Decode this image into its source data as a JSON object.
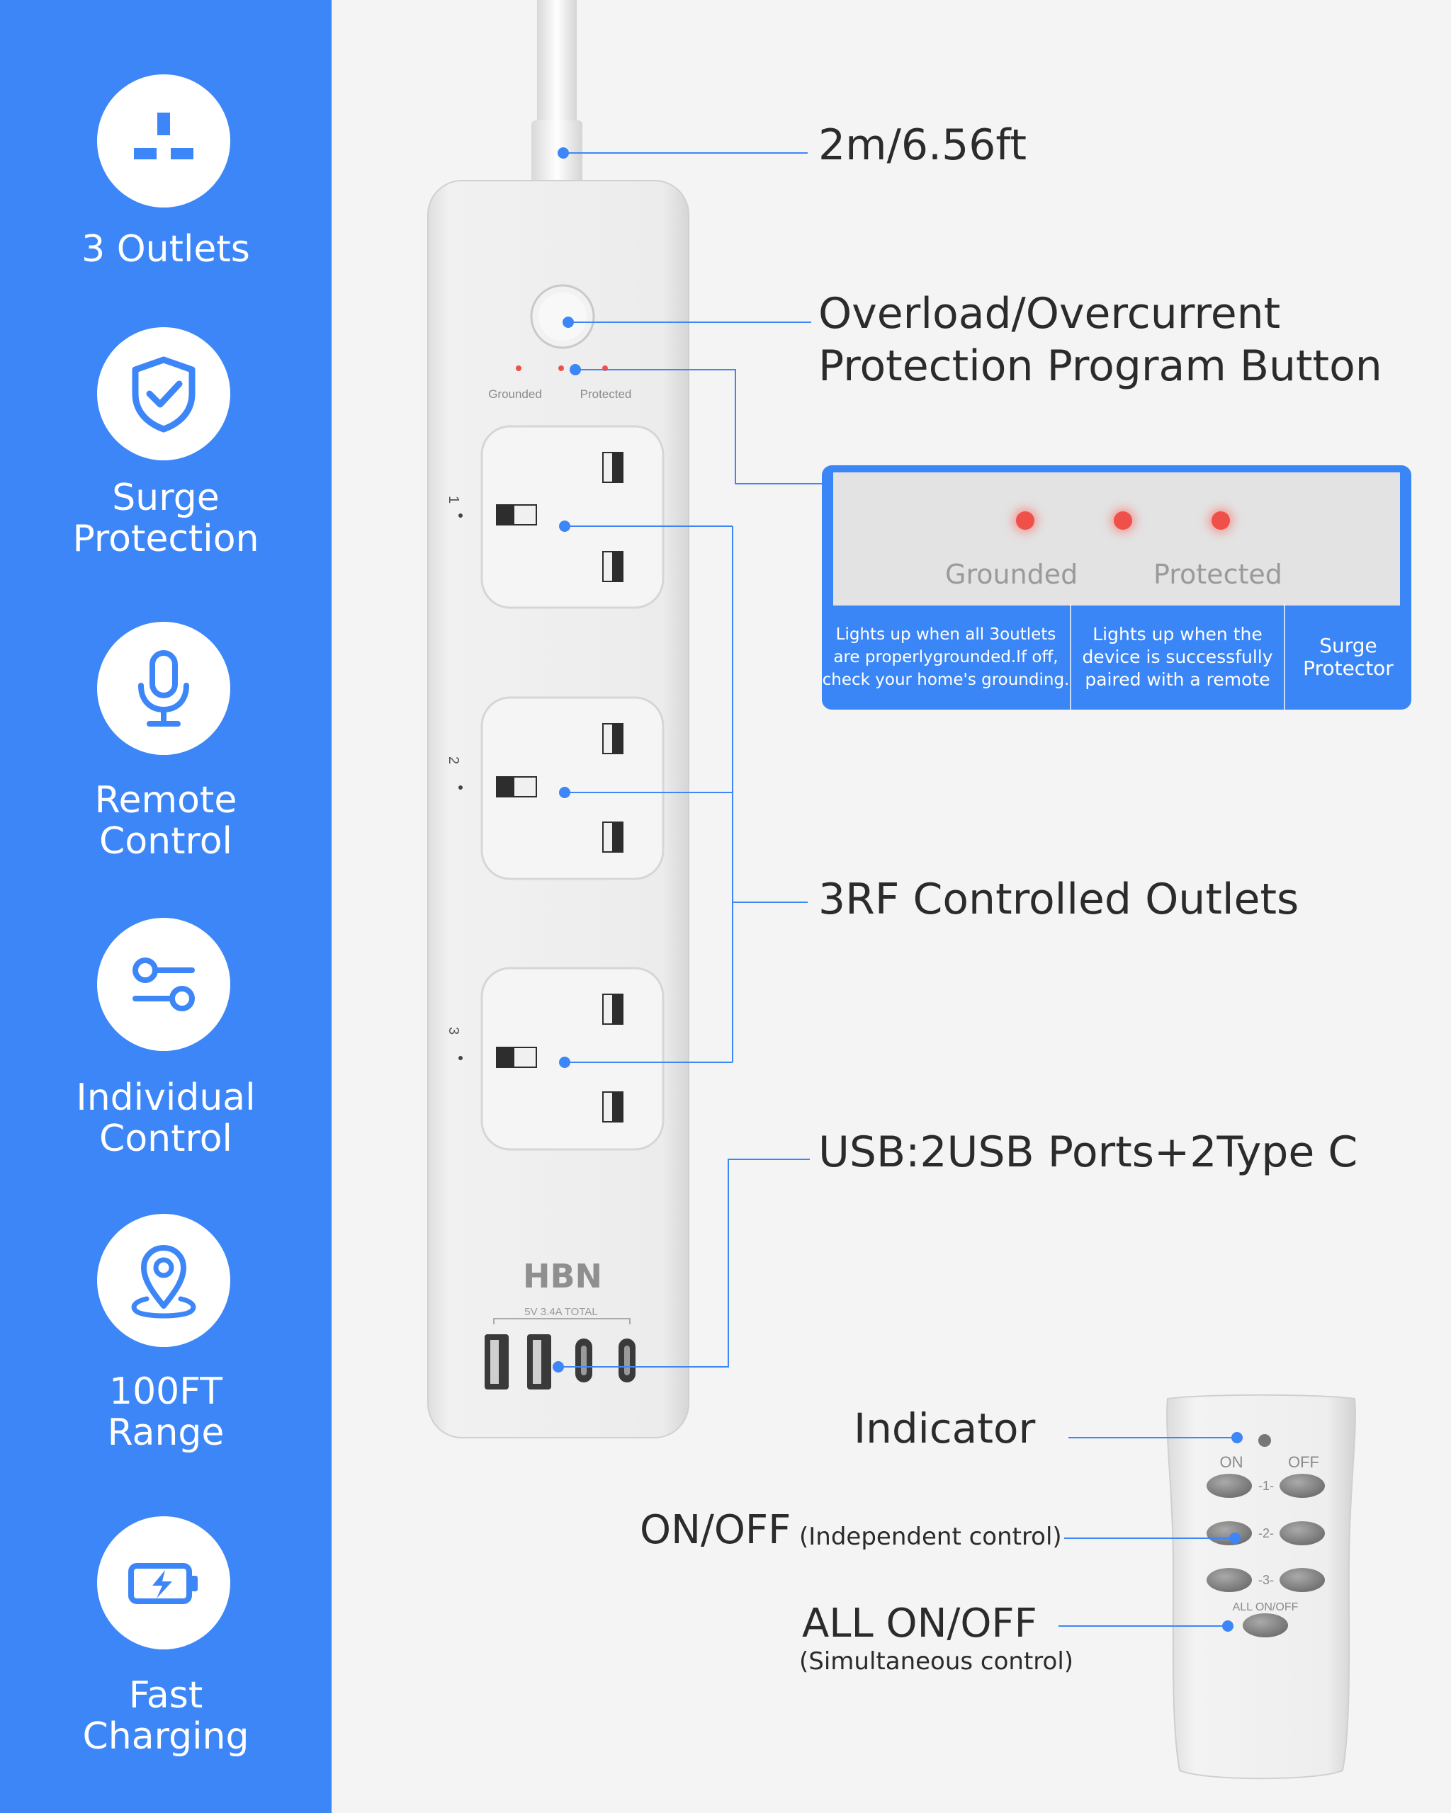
{
  "sidebar": {
    "features": [
      {
        "label": "3 Outlets",
        "icon": "uk-plug-icon"
      },
      {
        "label": "Surge\nProtection",
        "icon": "shield-check-icon"
      },
      {
        "label": "Remote\nControl",
        "icon": "microphone-icon"
      },
      {
        "label": "Individual\nControl",
        "icon": "toggle-switches-icon"
      },
      {
        "label": "100FT\nRange",
        "icon": "location-pin-icon"
      },
      {
        "label": "Fast\nCharging",
        "icon": "battery-charging-icon"
      }
    ]
  },
  "callouts": {
    "cable": "2m/6.56ft",
    "button_line1": "Overload/Overcurrent",
    "button_line2": "Protection Program Button",
    "outlets": "3RF Controlled Outlets",
    "usb": "USB:2USB Ports+2Type C",
    "indicator": "Indicator",
    "onoff": "ON/OFF",
    "onoff_sub": "(Independent control)",
    "allonoff": "ALL ON/OFF",
    "allonoff_sub": "(Simultaneous control)"
  },
  "strip": {
    "led_label_grounded": "Grounded",
    "led_label_protected": "Protected",
    "outlet_numbers": [
      "1",
      "2",
      "3"
    ],
    "brand": "HBN",
    "usb_rating": "5V 3.4A TOTAL"
  },
  "infobox": {
    "grounded": "Grounded",
    "protected": "Protected",
    "desc_grounded": "Lights up when all 3outlets\nare properlygrounded.If off,\ncheck your home's grounding.",
    "desc_protected": "Lights up when the\ndevice is successfully\npaired with a remote",
    "desc_surge": "Surge\nProtector"
  },
  "remote": {
    "on": "ON",
    "off": "OFF",
    "rows": [
      "-1-",
      "-2-",
      "-3-"
    ],
    "all": "ALL ON/OFF"
  },
  "colors": {
    "accent": "#3d86f7",
    "background": "#f4f4f4",
    "led_red": "#f0504a"
  }
}
